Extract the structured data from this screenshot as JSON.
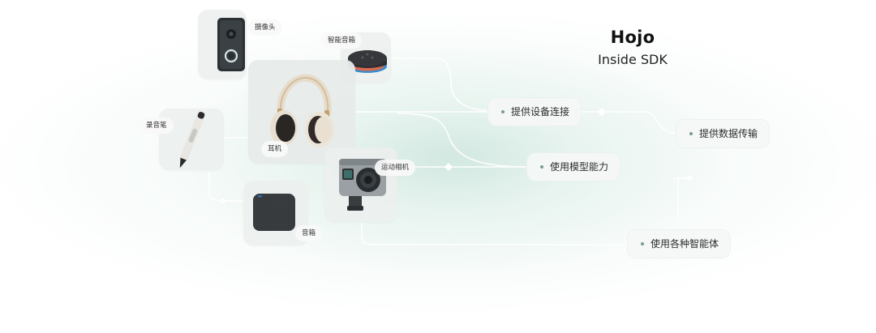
{
  "brand": {
    "name": "Hojo",
    "subtitle": "Inside SDK"
  },
  "devices": [
    {
      "id": "camera",
      "label": "摄像头"
    },
    {
      "id": "speaker",
      "label": "智能音箱"
    },
    {
      "id": "headphones",
      "label": "耳机"
    },
    {
      "id": "pen",
      "label": "录音笔"
    },
    {
      "id": "action-cam",
      "label": "运动相机"
    },
    {
      "id": "bt-speaker",
      "label": "音箱"
    }
  ],
  "capabilities": [
    {
      "id": "connect",
      "label": "提供设备连接"
    },
    {
      "id": "data",
      "label": "提供数据传输"
    },
    {
      "id": "model",
      "label": "使用模型能力"
    },
    {
      "id": "agents",
      "label": "使用各种智能体"
    }
  ],
  "colors": {
    "accent_dot": "#7a9a90",
    "glow": "#bedcd4",
    "card": "#eceeed",
    "line": "#ffffff"
  }
}
